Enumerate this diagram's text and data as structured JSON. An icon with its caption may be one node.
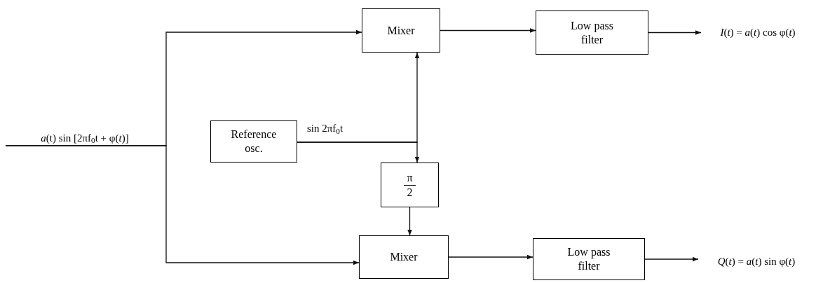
{
  "diagram": {
    "nodes": [
      {
        "text": [
          "*a*(t) sin [2πf$_{0}$t + φ(*t*)]"
        ]
      },
      {
        "text": [
          "Mixer"
        ]
      },
      {
        "text": [
          "Low pass filter"
        ]
      },
      {
        "text": [
          "*I*(*t*) = *a*(*t*) cos φ(*t*)"
        ]
      },
      {
        "text": [
          "Reference osc."
        ]
      },
      {
        "text": [
          "π",
          "2"
        ]
      },
      {
        "text": [
          "Mixer"
        ]
      },
      {
        "text": [
          "Low pass filter"
        ]
      },
      {
        "text": [
          "*Q*(*t*) = *a*(*t*) sin φ(*t*)"
        ]
      }
    ],
    "edges": [
      {
        "from": 0,
        "to": 1,
        "arrow": "to"
      },
      {
        "from": 0,
        "to": 6,
        "arrow": "to"
      },
      {
        "from": 4,
        "to": 1,
        "arrow": "to",
        "label": "sin 2πf$_{0}$t"
      },
      {
        "from": 4,
        "to": 5,
        "arrow": "to"
      },
      {
        "from": 1,
        "to": 2,
        "arrow": "to"
      },
      {
        "from": 2,
        "to": 3,
        "arrow": "to"
      },
      {
        "from": 5,
        "to": 6,
        "arrow": "to"
      },
      {
        "from": 6,
        "to": 7,
        "arrow": "to"
      },
      {
        "from": 7,
        "to": 8,
        "arrow": "to"
      }
    ]
  }
}
